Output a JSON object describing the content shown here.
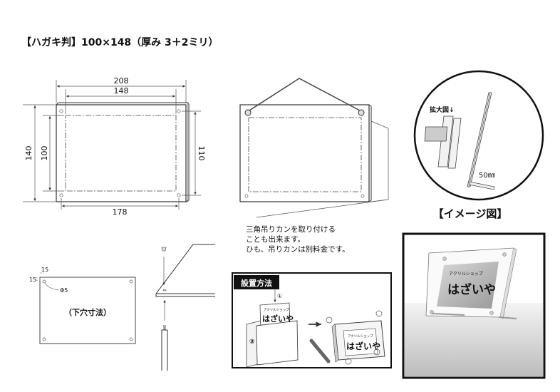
{
  "title": "【ハガキ判】100×148（厚み 3＋2ミリ）",
  "front_view": {
    "dim_overall_width": "208",
    "dim_insert_width": "148",
    "dim_overall_height": "140",
    "dim_insert_height": "100",
    "dim_hole_vertical": "110",
    "dim_hole_horizontal": "178"
  },
  "hanging_note": [
    "三角吊りカンを取り付ける",
    "ことも出来ます。",
    "ひも、吊りカンは別料金です。"
  ],
  "zoom_detail": {
    "label": "拡大図↓",
    "stand_length": "50㎜"
  },
  "image_heading": "【イメージ図】",
  "sample_sign": {
    "small": "アクリルショップ",
    "large": "はざいや"
  },
  "hole_layout": {
    "offset_x": "15",
    "offset_y": "15",
    "hole_diameter": "Φ5",
    "caption": "（下穴寸法）"
  },
  "install": {
    "heading": "設置方法",
    "step1": "①",
    "step2": "②"
  }
}
